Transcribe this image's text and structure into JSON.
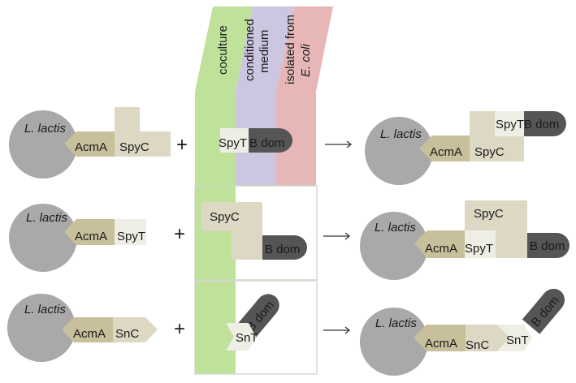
{
  "colors": {
    "cell": "#a9a9a9",
    "acma": "#c8bf9b",
    "spyc": "#ddd8c4",
    "spyt": "#efeee4",
    "snc": "#ddd8c4",
    "snt": "#efeee4",
    "bdom": "#555555",
    "coculture": "#bfe19a",
    "conditioned": "#cdc6e1",
    "isolated": "#e6b7b6",
    "panel_border": "#d9d9d9"
  },
  "header": {
    "columns": [
      {
        "id": "coculture",
        "lines": [
          "coculture"
        ]
      },
      {
        "id": "conditioned",
        "lines": [
          "conditioned",
          "medium"
        ]
      },
      {
        "id": "isolated",
        "lines": [
          "isolated from",
          "E. coli"
        ]
      }
    ]
  },
  "rows": [
    {
      "left": {
        "cell": "L. lactis",
        "anchor": "AcmA",
        "tag": "SpyC"
      },
      "operator": "+",
      "partner": {
        "tag": "SpyT",
        "cargo": "B dom"
      },
      "right": {
        "cell": "L. lactis",
        "anchor": "AcmA",
        "tag": "SpyC",
        "partner_tag": "SpyT",
        "cargo": "B dom"
      }
    },
    {
      "left": {
        "cell": "L. lactis",
        "anchor": "AcmA",
        "tag": "SpyT"
      },
      "operator": "+",
      "partner": {
        "tag": "SpyC",
        "cargo": "B dom"
      },
      "right": {
        "cell": "L. lactis",
        "anchor": "AcmA",
        "tag": "SpyT",
        "partner_tag": "SpyC",
        "cargo": "B dom"
      }
    },
    {
      "left": {
        "cell": "L. lactis",
        "anchor": "AcmA",
        "tag": "SnC"
      },
      "operator": "+",
      "partner": {
        "tag": "SnT",
        "cargo": "B dom"
      },
      "right": {
        "cell": "L. lactis",
        "anchor": "AcmA",
        "tag": "SnC",
        "partner_tag": "SnT",
        "cargo": "B dom"
      }
    }
  ]
}
